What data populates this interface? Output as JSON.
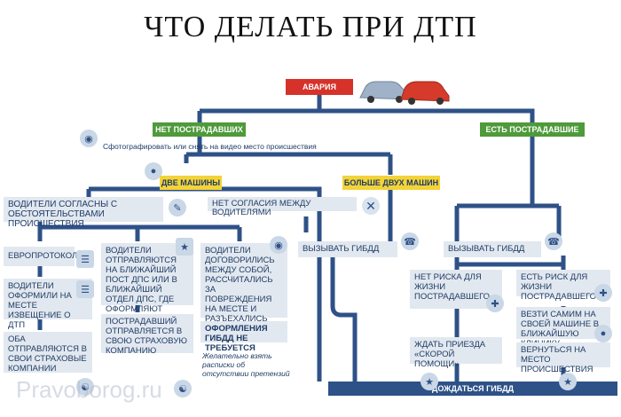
{
  "title": "ЧТО ДЕЛАТЬ ПРИ ДТП",
  "colors": {
    "line": "#2e5187",
    "box": "#e2e8ef",
    "green": "#4f9a3a",
    "yellow": "#f3d338",
    "red": "#d6322a"
  },
  "nodes": {
    "accident": "АВАРИЯ",
    "no_injured": "НЕТ ПОСТРАДАВШИХ",
    "injured": "ЕСТЬ ПОСТРАДАВШИЕ",
    "photo_hint": "Сфотографировать или снять на видео место происшествия",
    "two_cars": "ДВЕ МАШИНЫ",
    "more_two": "БОЛЬШЕ ДВУХ МАШИН",
    "drivers_agree": "ВОДИТЕЛИ СОГЛАСНЫ С ОБСТОЯТЕЛЬСТВАМИ ПРОИСШЕСТВИЯ",
    "no_agreement": "НЕТ СОГЛАСИЯ МЕЖДУ ВОДИТЕЛЯМИ",
    "europrotocol": "ЕВРОПРОТОКОЛ*",
    "drivers_fill": "ВОДИТЕЛИ ОФОРМИЛИ НА МЕСТЕ ИЗВЕЩЕНИЕ О ДТП",
    "both_send": "ОБА ОТПРАВЛЯЮТСЯ В СВОИ СТРАХОВЫЕ КОМПАНИИ",
    "drivers_go_post": "ВОДИТЕЛИ ОТПРАВЛЯЮТСЯ НА БЛИЖАЙШИЙ ПОСТ ДПС ИЛИ В БЛИЖАЙШИЙ ОТДЕЛ ДПС, ГДЕ ОФОРМЛЯЮТ АВАРИЮ",
    "victim_insurance": "ПОСТРАДАВШИЙ ОТПРАВЛЯЕТСЯ В СВОЮ СТРАХОВУЮ КОМПАНИЮ",
    "drivers_agreed": "ВОДИТЕЛИ ДОГОВОРИЛИСЬ МЕЖДУ СОБОЙ, РАССЧИТАЛИСЬ ЗА ПОВРЕЖДЕНИЯ НА МЕСТЕ И РАЗЪЕХАЛИСЬ",
    "no_gibdd": "ОФОРМЛЕНИЯ ГИБДД НЕ ТРЕБУЕТСЯ",
    "receipts": "Желательно взять расписки об отсутствии претензий",
    "call_gibdd_1": "ВЫЗЫВАТЬ ГИБДД",
    "call_gibdd_2": "ВЫЗЫВАТЬ ГИБДД",
    "no_risk": "НЕТ РИСКА ДЛЯ ЖИЗНИ ПОСТРАДАВШЕГО",
    "risk": "ЕСТЬ РИСК ДЛЯ ЖИЗНИ ПОСТРАДАВШЕГО",
    "wait_ambulance": "ЖДАТЬ ПРИЕЗДА «СКОРОЙ ПОМОЩИ»",
    "drive_clinic": "ВЕЗТИ САМИМ НА СВОЕЙ МАШИНЕ В БЛИЖАЙШУЮ КЛИНИКУ",
    "return_scene": "ВЕРНУТЬСЯ НА МЕСТО ПРОИСШЕСТВИЯ",
    "wait_gibdd": "ДОЖДАТЬСЯ ГИБДД"
  },
  "watermark": "Pravoborog.ru"
}
